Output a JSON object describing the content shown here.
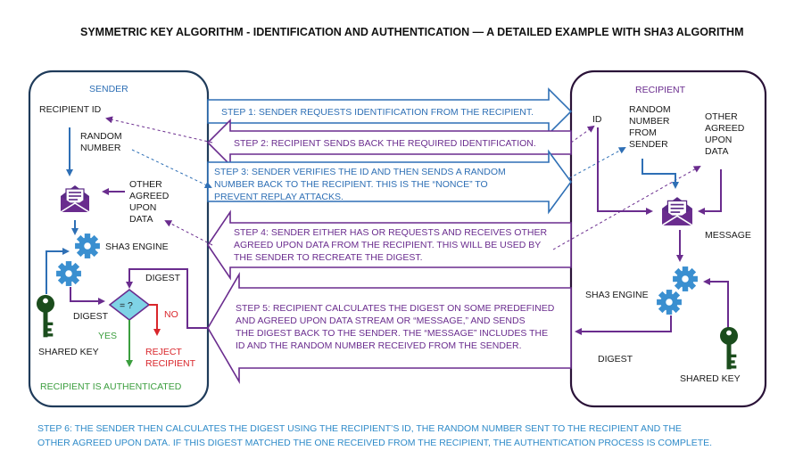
{
  "title": "SYMMETRIC KEY ALGORITHM - IDENTIFICATION AND AUTHENTICATION — A DETAILED EXAMPLE WITH SHA3 ALGORITHM",
  "colors": {
    "sender": "#2e6fb5",
    "recipient": "#6a2c8e",
    "green": "#3b9e3e",
    "red": "#d9262b",
    "key": "#1b4d1d",
    "gear": "#3a8fd0",
    "step6": "#2f8bc9"
  },
  "sender": {
    "title": "SENDER",
    "recipient_id": "RECIPIENT ID",
    "random_number": [
      "RANDOM",
      "NUMBER"
    ],
    "other_data": [
      "OTHER",
      "AGREED",
      "UPON",
      "DATA"
    ],
    "sha3_engine": "SHA3 ENGINE",
    "digest_top": "DIGEST",
    "digest_left": "DIGEST",
    "compare": "= ?",
    "no": "NO",
    "yes": "YES",
    "reject": [
      "REJECT",
      "RECIPIENT"
    ],
    "shared_key": "SHARED KEY",
    "authenticated": "RECIPIENT IS AUTHENTICATED",
    "icons": [
      "envelope-icon",
      "gear-icon",
      "key-icon"
    ]
  },
  "recipient": {
    "title": "RECIPIENT",
    "id": "ID",
    "random_number": [
      "RANDOM",
      "NUMBER",
      "FROM",
      "SENDER"
    ],
    "other_data": [
      "OTHER",
      "AGREED",
      "UPON",
      "DATA"
    ],
    "message": "MESSAGE",
    "sha3_engine": "SHA3 ENGINE",
    "digest": "DIGEST",
    "shared_key": "SHARED KEY",
    "icons": [
      "envelope-icon",
      "gear-icon",
      "key-icon"
    ]
  },
  "steps": {
    "step1": [
      "STEP 1: SENDER REQUESTS IDENTIFICATION FROM THE RECIPIENT."
    ],
    "step2": [
      "STEP 2: RECIPIENT SENDS BACK THE REQUIRED  IDENTIFICATION."
    ],
    "step3": [
      "STEP 3: SENDER VERIFIES THE ID AND THEN SENDS A RANDOM",
      "NUMBER BACK TO THE RECIPIENT. THIS IS THE  “NONCE” TO",
      "PREVENT REPLAY ATTACKS."
    ],
    "step4": [
      "STEP 4: SENDER EITHER HAS OR REQUESTS AND RECEIVES OTHER",
      "AGREED UPON DATA FROM THE RECIPIENT. THIS WILL BE USED BY",
      "THE SENDER TO RECREATE THE DIGEST."
    ],
    "step5": [
      "STEP 5: RECIPIENT CALCULATES THE DIGEST ON SOME PREDEFINED",
      "AND AGREED UPON DATA STREAM OR “MESSAGE,” AND SENDS",
      "THE DIGEST BACK TO THE SENDER. THE “MESSAGE” INCLUDES THE",
      "ID AND THE RANDOM NUMBER RECEIVED FROM THE SENDER."
    ],
    "step6": [
      "STEP 6: THE SENDER THEN CALCULATES THE DIGEST USING THE RECIPIENT’S ID, THE RANDOM NUMBER SENT TO THE RECIPIENT AND THE",
      "OTHER AGREED UPON DATA. IF THIS DIGEST MATCHED THE ONE RECEIVED FROM THE RECIPIENT, THE AUTHENTICATION PROCESS IS COMPLETE."
    ]
  }
}
